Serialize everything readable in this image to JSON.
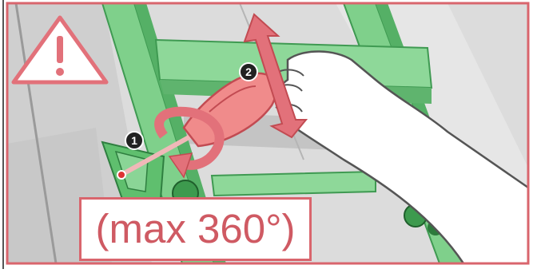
{
  "caption": {
    "text": "(max 360°)"
  },
  "steps": [
    {
      "number": "1"
    },
    {
      "number": "2"
    }
  ],
  "icons": {
    "warning": "warning-triangle-icon",
    "rotate": "rotate-arrow-icon",
    "move": "up-down-arrow-icon"
  },
  "colors": {
    "frame_red": "#d9656d",
    "accent_red": "#e2717a",
    "green": "#6fc47e",
    "green_dark": "#3f9a52",
    "grey": "#d7d7d7",
    "hand": "#ffffff"
  }
}
